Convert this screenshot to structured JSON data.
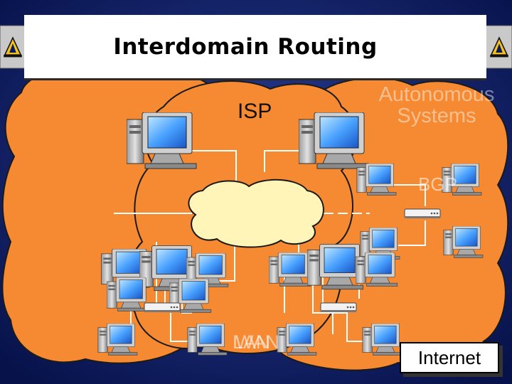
{
  "slide": {
    "title": "Interdomain Routing"
  },
  "labels": {
    "isp": "ISP",
    "autonomous_systems_line1": "Autonomous",
    "autonomous_systems_line2": "Systems",
    "bgp": "BGP",
    "lan": "LAN",
    "wan": "WAN",
    "internet": "Internet"
  },
  "icons": {
    "corner_ornament": "lantern-ornament-icon",
    "computer": "desktop-computer-icon",
    "router": "router-icon",
    "cloud": "cloud-icon"
  },
  "colors": {
    "background": "#0b1a5c",
    "cloud_fill": "#f58a33",
    "center_cloud_fill": "#fff5b8",
    "title_box": "#ffffff"
  }
}
